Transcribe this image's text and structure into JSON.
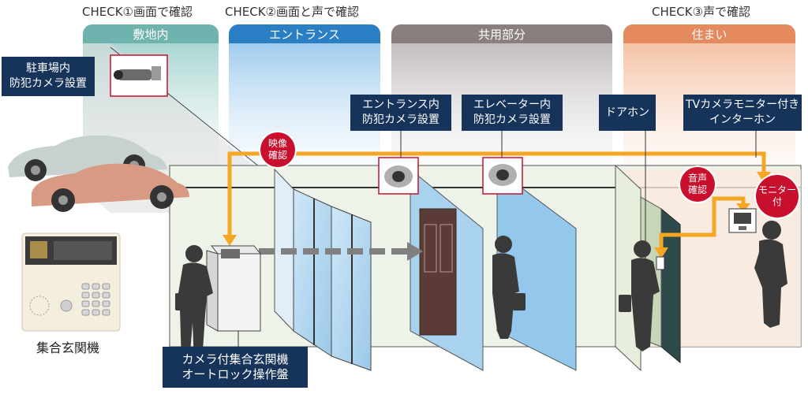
{
  "checks": [
    "CHECK①画面で確認",
    "CHECK②画面と声で確認",
    "CHECK③声で確認"
  ],
  "zones": [
    "敷地内",
    "エントランス",
    "共用部分",
    "住まい"
  ],
  "zone_colors": [
    "#6fb3ae",
    "#2a7ec4",
    "#8a7f7f",
    "#e58a5f"
  ],
  "labels": {
    "parking_camera": "駐車場内\n防犯カメラ設置",
    "entrance_camera": "エントランス内\n防犯カメラ設置",
    "elevator_camera": "エレベーター内\n防犯カメラ設置",
    "door_phone": "ドアホン",
    "tv_monitor_intercom": "TVカメラモニター付き\nインターホン",
    "lobby_panel": "カメラ付集合玄関機\nオートロック操作盤"
  },
  "badges": {
    "video_confirm": "映像\n確認",
    "voice_confirm": "音声\n確認",
    "with_monitor": "モニター\n付"
  },
  "caption_entrance_unit": "集合玄関機",
  "colors": {
    "label_bg": "#16335a",
    "badge_red": "#c8102e",
    "signal_orange": "#f5a623"
  }
}
